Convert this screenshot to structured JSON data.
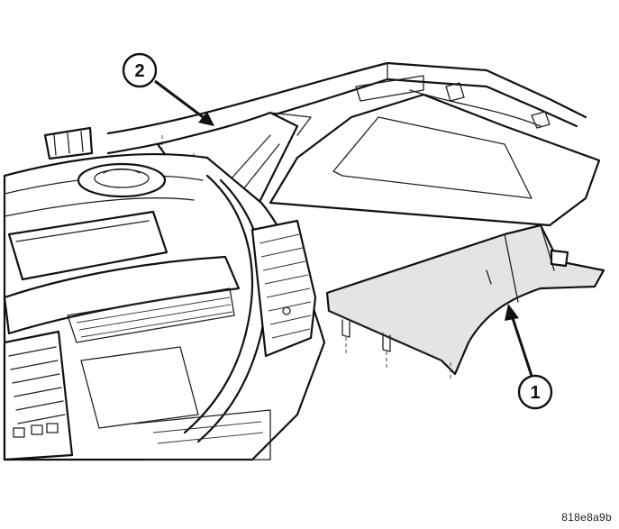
{
  "callouts": [
    {
      "id": "callout-1",
      "label": "1"
    },
    {
      "id": "callout-2",
      "label": "2"
    }
  ],
  "figure_id": "818e8a9b"
}
